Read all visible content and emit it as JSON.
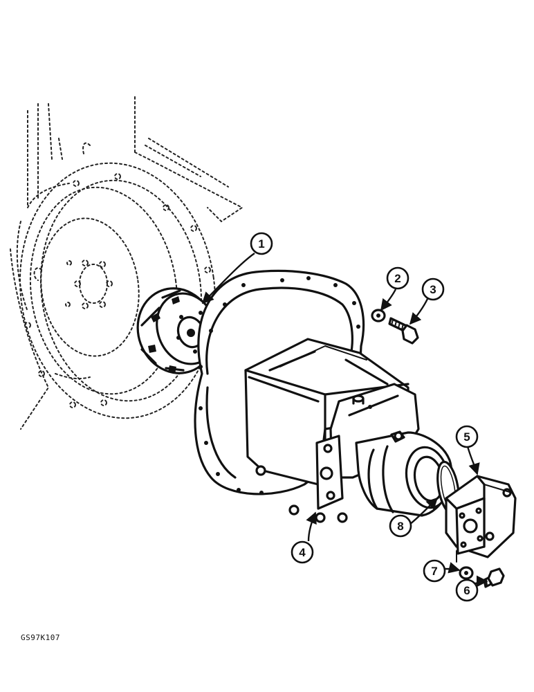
{
  "figure_code": "GS97K107",
  "callouts": [
    {
      "id": "c1",
      "label": "1"
    },
    {
      "id": "c2",
      "label": "2"
    },
    {
      "id": "c3",
      "label": "3"
    },
    {
      "id": "c4",
      "label": "4"
    },
    {
      "id": "c5",
      "label": "5"
    },
    {
      "id": "c6",
      "label": "6"
    },
    {
      "id": "c7",
      "label": "7"
    },
    {
      "id": "c8",
      "label": "8"
    }
  ]
}
